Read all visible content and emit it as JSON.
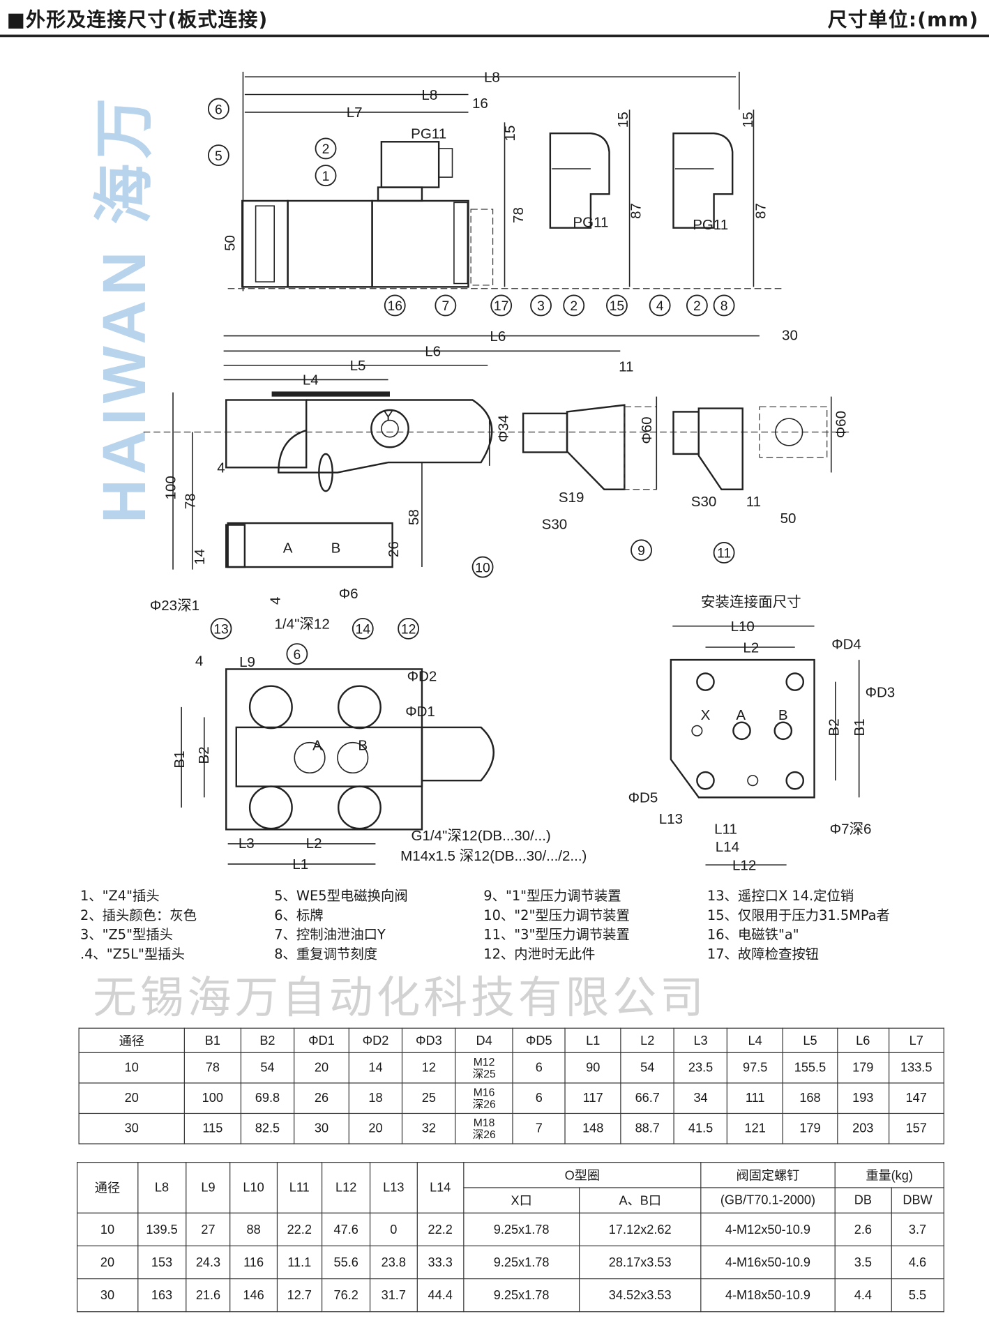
{
  "header": {
    "title": "■外形及连接尺寸(板式连接)",
    "unit": "尺寸单位:(mm)"
  },
  "watermark": {
    "brand": "HAIWAN 海万",
    "company": "无锡海万自动化科技有限公司"
  },
  "drawing": {
    "labels": [
      "L8",
      "L8",
      "L7",
      "16",
      "PG11",
      "15",
      "15",
      "15",
      "78",
      "87",
      "87",
      "PG11",
      "PG11",
      "50",
      "L6",
      "30",
      "L6",
      "L5",
      "L4",
      "11",
      "Y",
      "Φ34",
      "Φ60",
      "Φ60",
      "S19",
      "S30",
      "S30",
      "11",
      "50",
      "100",
      "78",
      "4",
      "58",
      "26",
      "14",
      "A",
      "B",
      "Φ6",
      "4",
      "Φ23深1",
      "1/4\"深12",
      "4",
      "L9",
      "ΦD2",
      "ΦD1",
      "B1",
      "B2",
      "A",
      "B",
      "L3",
      "L2",
      "L1",
      "G1/4\"深12(DB...30/...)",
      "M14x1.5 深12(DB...30/.../2...)",
      "安装连接面尺寸",
      "L10",
      "L2",
      "ΦD4",
      "ΦD3",
      "X",
      "A",
      "B",
      "B2",
      "B1",
      "ΦD5",
      "L13",
      "L11",
      "L14",
      "L12",
      "Φ7深6"
    ],
    "callouts": [
      "6",
      "5",
      "2",
      "1",
      "16",
      "7",
      "17",
      "3",
      "2",
      "15",
      "4",
      "2",
      "8",
      "10",
      "9",
      "11",
      "13",
      "14",
      "12",
      "6"
    ]
  },
  "legend": [
    [
      "1、\"Z4\"插头",
      "2、插头颜色：灰色",
      "3、\"Z5\"型插头",
      ".4、\"Z5L\"型插头"
    ],
    [
      "5、WE5型电磁换向阀",
      "6、标牌",
      "7、控制油泄油口Y",
      "8、重复调节刻度"
    ],
    [
      "9、\"1\"型压力调节装置",
      "10、\"2\"型压力调节装置",
      "11、\"3\"型压力调节装置",
      "12、内泄时无此件"
    ],
    [
      "13、遥控口X 14.定位销",
      "15、仅限用于压力31.5MPa者",
      "16、电磁铁\"a\"",
      "17、故障检查按钮"
    ]
  ],
  "table1": {
    "headers": [
      "通径",
      "B1",
      "B2",
      "ΦD1",
      "ΦD2",
      "ΦD3",
      "D4",
      "ΦD5",
      "L1",
      "L2",
      "L3",
      "L4",
      "L5",
      "L6",
      "L7"
    ],
    "rows": [
      [
        "10",
        "78",
        "54",
        "20",
        "14",
        "12",
        "M12\n深25",
        "6",
        "90",
        "54",
        "23.5",
        "97.5",
        "155.5",
        "179",
        "133.5"
      ],
      [
        "20",
        "100",
        "69.8",
        "26",
        "18",
        "25",
        "M16\n深26",
        "6",
        "117",
        "66.7",
        "34",
        "111",
        "168",
        "193",
        "147"
      ],
      [
        "30",
        "115",
        "82.5",
        "30",
        "20",
        "32",
        "M18\n深26",
        "7",
        "148",
        "88.7",
        "41.5",
        "121",
        "179",
        "203",
        "157"
      ]
    ]
  },
  "table2": {
    "headers": [
      "通径",
      "L8",
      "L9",
      "L10",
      "L11",
      "L12",
      "L13",
      "L14"
    ],
    "oring": {
      "label": "O型圈",
      "x": "X口",
      "ab": "A、B口"
    },
    "screw": {
      "label": "阀固定螺钉",
      "std": "(GB/T70.1-2000)"
    },
    "weight": {
      "label": "重量(kg)",
      "db": "DB",
      "dbw": "DBW"
    },
    "rows": [
      [
        "10",
        "139.5",
        "27",
        "88",
        "22.2",
        "47.6",
        "0",
        "22.2",
        "9.25x1.78",
        "17.12x2.62",
        "4-M12x50-10.9",
        "2.6",
        "3.7"
      ],
      [
        "20",
        "153",
        "24.3",
        "116",
        "11.1",
        "55.6",
        "23.8",
        "33.3",
        "9.25x1.78",
        "28.17x3.53",
        "4-M16x50-10.9",
        "3.5",
        "4.6"
      ],
      [
        "30",
        "163",
        "21.6",
        "146",
        "12.7",
        "76.2",
        "31.7",
        "44.4",
        "9.25x1.78",
        "34.52x3.53",
        "4-M18x50-10.9",
        "4.4",
        "5.5"
      ]
    ]
  }
}
